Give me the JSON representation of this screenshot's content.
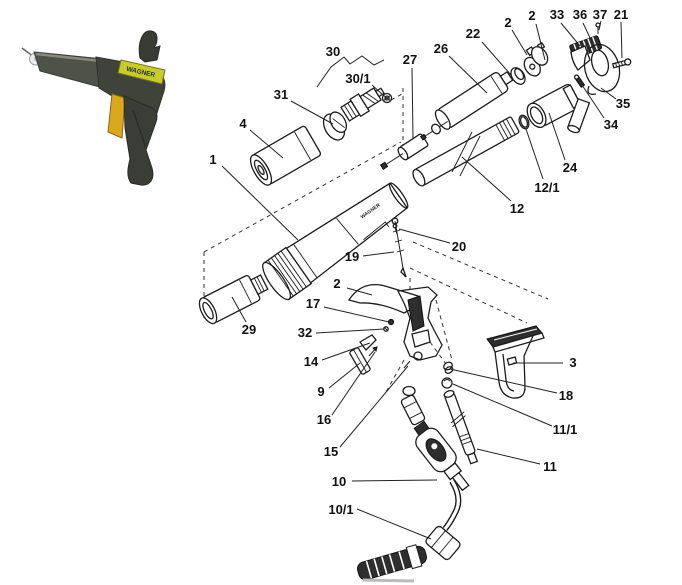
{
  "photo": {
    "brand_label": "WAGNER",
    "colors": {
      "body": "#3f4339",
      "barrel": "#4e5249",
      "handle": "#3a3e36",
      "label_bg": "#c6cc2e",
      "trigger": "#d9a81f",
      "nozzle": "#eeeeee"
    }
  },
  "diagram": {
    "barrel_brand_text": "WAGNER",
    "line_color": "#1c1c1c",
    "labels": {
      "part1": "1",
      "part2a": "2",
      "part2b": "2",
      "part2c": "2",
      "part3": "3",
      "part4": "4",
      "part9": "9",
      "part10": "10",
      "part10_1": "10/1",
      "part11": "11",
      "part11_1": "11/1",
      "part12": "12",
      "part12_1": "12/1",
      "part14": "14",
      "part15": "15",
      "part16": "16",
      "part17": "17",
      "part18": "18",
      "part19": "19",
      "part20": "20",
      "part21": "21",
      "part22": "22",
      "part24": "24",
      "part26": "26",
      "part27": "27",
      "part29": "29",
      "part30": "30",
      "part30_1": "30/1",
      "part31": "31",
      "part32": "32",
      "part33": "33",
      "part34": "34",
      "part35": "35",
      "part36": "36",
      "part37": "37"
    }
  }
}
